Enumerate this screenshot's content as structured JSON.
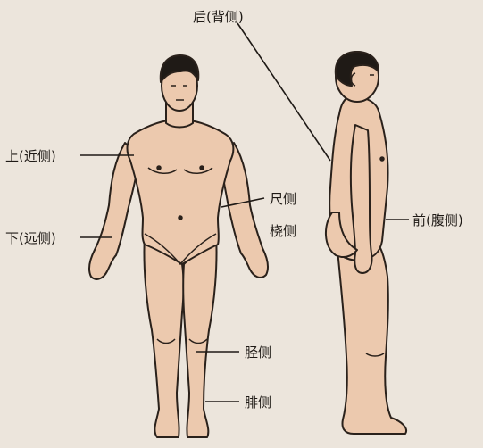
{
  "labels": {
    "back": "后(背侧)",
    "upper": "上(近侧)",
    "lower": "下(远侧)",
    "ulnar": "尺侧",
    "radial": "桡侧",
    "front": "前(腹侧)",
    "tibial": "胫侧",
    "fibular": "腓侧"
  },
  "colors": {
    "background": "#ece5dc",
    "skin": "#ecc9ae",
    "skin_shade": "#d9ad8b",
    "outline": "#2a211b",
    "hair": "#1f1a16"
  }
}
